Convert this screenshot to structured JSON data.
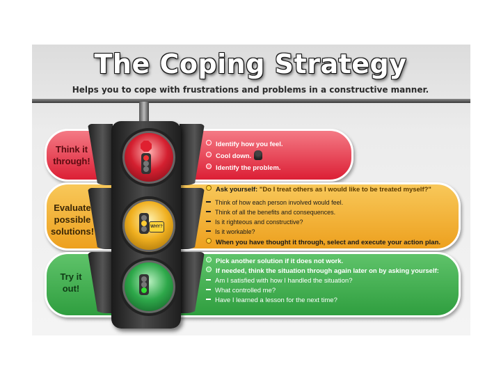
{
  "header": {
    "title": "The Coping Strategy",
    "subtitle": "Helps you to cope with frustrations and problems in a constructive manner."
  },
  "colors": {
    "red": "#dc1f35",
    "yellow": "#eda01e",
    "green": "#2f9e3f"
  },
  "icons": [
    "traffic-light-icon",
    "stop-sign-icon",
    "why-sign-icon",
    "cool-down-icon"
  ],
  "stages": [
    {
      "label_line1": "Think it",
      "label_line2": "through!",
      "items": [
        "Identify how you feel.",
        "Cool down.",
        "Identify the problem."
      ]
    },
    {
      "label_line1": "Evaluate",
      "label_line2": "possible",
      "label_line3": "solutions!",
      "ask_label": "Ask yourself:",
      "ask_question": "\"Do I treat others as I would like to be treated myself?\"",
      "subitems": [
        "Think of how each person involved would feel.",
        "Think of all the benefits and consequences.",
        "Is it righteous and constructive?",
        "Is it workable?"
      ],
      "closing": "When you have thought it through, select and execute your action plan."
    },
    {
      "label_line1": "Try it",
      "label_line2": "out!",
      "items": [
        "Pick another solution if it does not work.",
        "If needed, think the situation through again later on by asking yourself:"
      ],
      "subitems": [
        "Am I satisfied with how I handled the situation?",
        "What controlled me?",
        "Have I learned a lesson for the next time?"
      ]
    }
  ],
  "why_sign_text": "WHY?"
}
